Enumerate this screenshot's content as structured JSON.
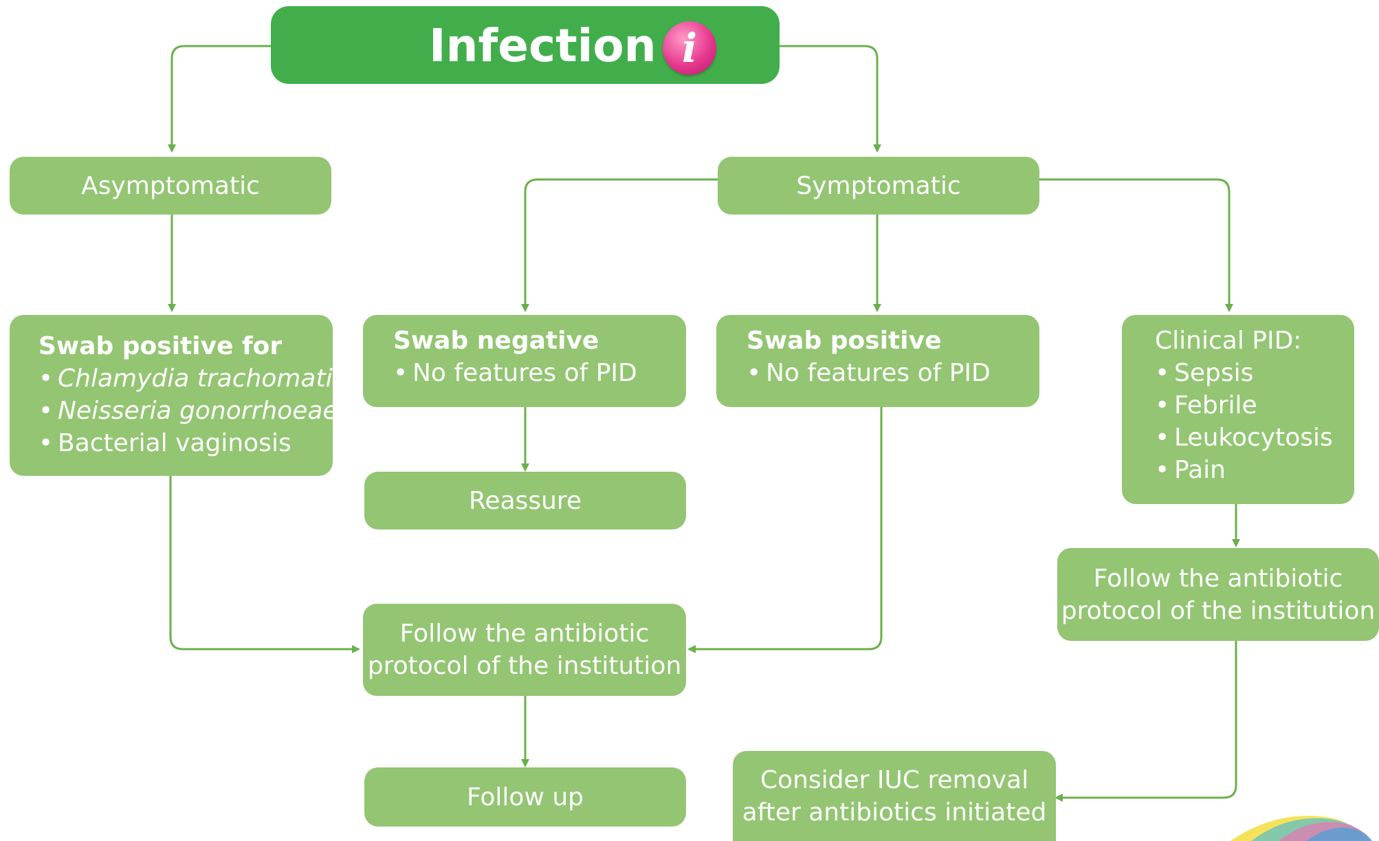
{
  "title": "Infection",
  "icons": {
    "info": "info-icon",
    "info_glyph": "i"
  },
  "colors": {
    "title_bg": "#41ae4b",
    "box_bg": "#93c572",
    "arrow": "#6ab04c",
    "text": "#ffffff"
  },
  "nodes": {
    "asymptomatic": "Asymptomatic",
    "symptomatic": "Symptomatic",
    "swab_positive_for": {
      "heading": "Swab positive for",
      "items": [
        "Chlamydia trachomatis",
        "Neisseria gonorrhoeae",
        "Bacterial vaginosis"
      ]
    },
    "swab_negative": {
      "heading": "Swab negative",
      "items": [
        "No features of PID"
      ]
    },
    "swab_positive": {
      "heading": "Swab positive",
      "items": [
        "No features of PID"
      ]
    },
    "clinical_pid": {
      "heading": "Clinical PID:",
      "items": [
        "Sepsis",
        "Febrile",
        "Leukocytosis",
        "Pain"
      ]
    },
    "reassure": "Reassure",
    "protocol_center": [
      "Follow the antibiotic",
      "protocol of the institution"
    ],
    "protocol_right": [
      "Follow the antibiotic",
      "protocol of the institution"
    ],
    "follow_up": "Follow up",
    "iuc_removal": [
      "Consider IUC removal",
      "after antibiotics initiated"
    ]
  }
}
